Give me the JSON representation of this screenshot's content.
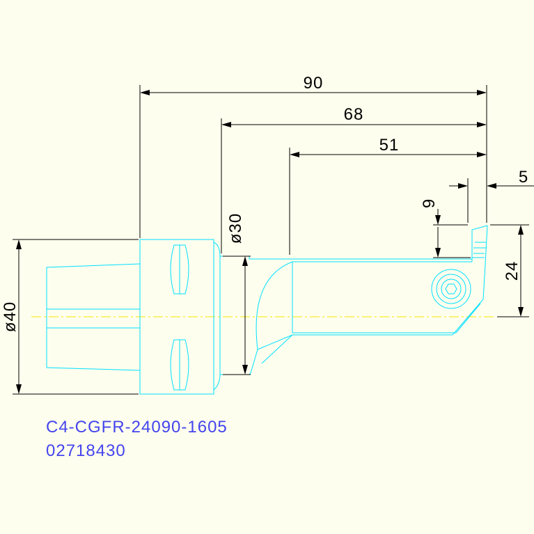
{
  "drawing": {
    "dimensions": {
      "total_length": "90",
      "length_68": "68",
      "length_51": "51",
      "width_5": "5",
      "height_9": "9",
      "height_24": "24",
      "shank_diameter": "ø40",
      "neck_diameter": "ø30"
    },
    "part_code": "C4-CGFR-24090-1605",
    "part_number": "02718430"
  },
  "colors": {
    "background": "#fefeee",
    "geometry": "#00e0ff",
    "dimension": "#000000",
    "centerline": "#f5e500",
    "label": "#4444ee"
  }
}
